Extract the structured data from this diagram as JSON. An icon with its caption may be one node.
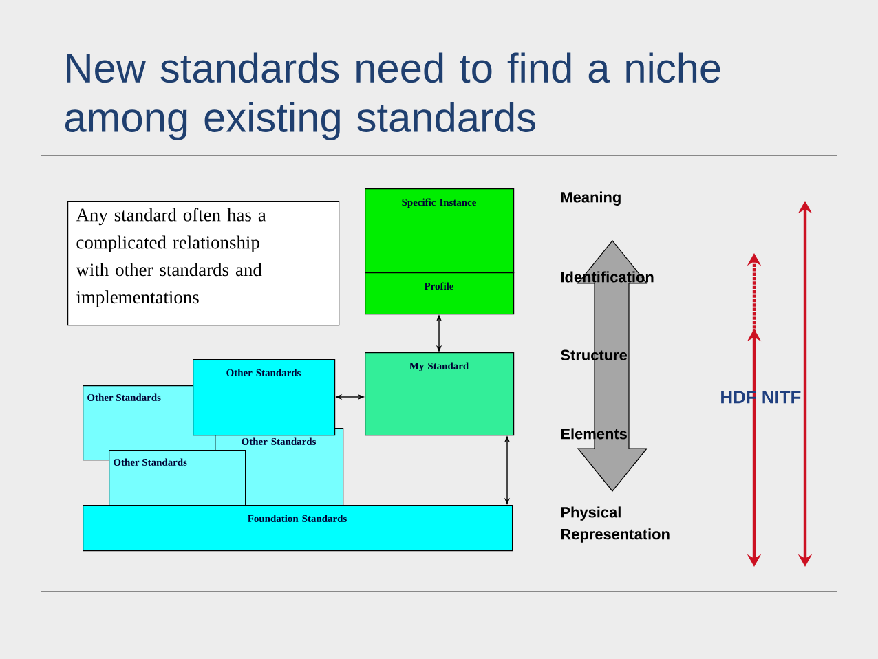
{
  "diagram": {
    "title": "New standards need to find a niche among existing standards",
    "nodes": [
      {
        "text": [
          "Any standard often has a complicated relationship with other standards and implementations"
        ]
      },
      {
        "text": [
          "Specific Instance"
        ]
      },
      {
        "text": [
          "Profile"
        ]
      },
      {
        "text": [
          "My Standard"
        ]
      },
      {
        "text": [
          "Other Standards"
        ]
      },
      {
        "text": [
          "Other Standards"
        ]
      },
      {
        "text": [
          "Other Standards"
        ]
      },
      {
        "text": [
          "Other Standards"
        ]
      },
      {
        "text": [
          "Foundation Standards"
        ]
      }
    ],
    "edges": [
      {
        "from": 2,
        "to": 3,
        "arrow": "both"
      },
      {
        "from": 4,
        "to": 3,
        "arrow": "both"
      },
      {
        "from": 3,
        "to": 8,
        "arrow": "both"
      }
    ],
    "labels": [
      "Meaning",
      "Identification",
      "Structure",
      "Elements",
      "Physical Representation",
      "HDF NITF"
    ]
  }
}
